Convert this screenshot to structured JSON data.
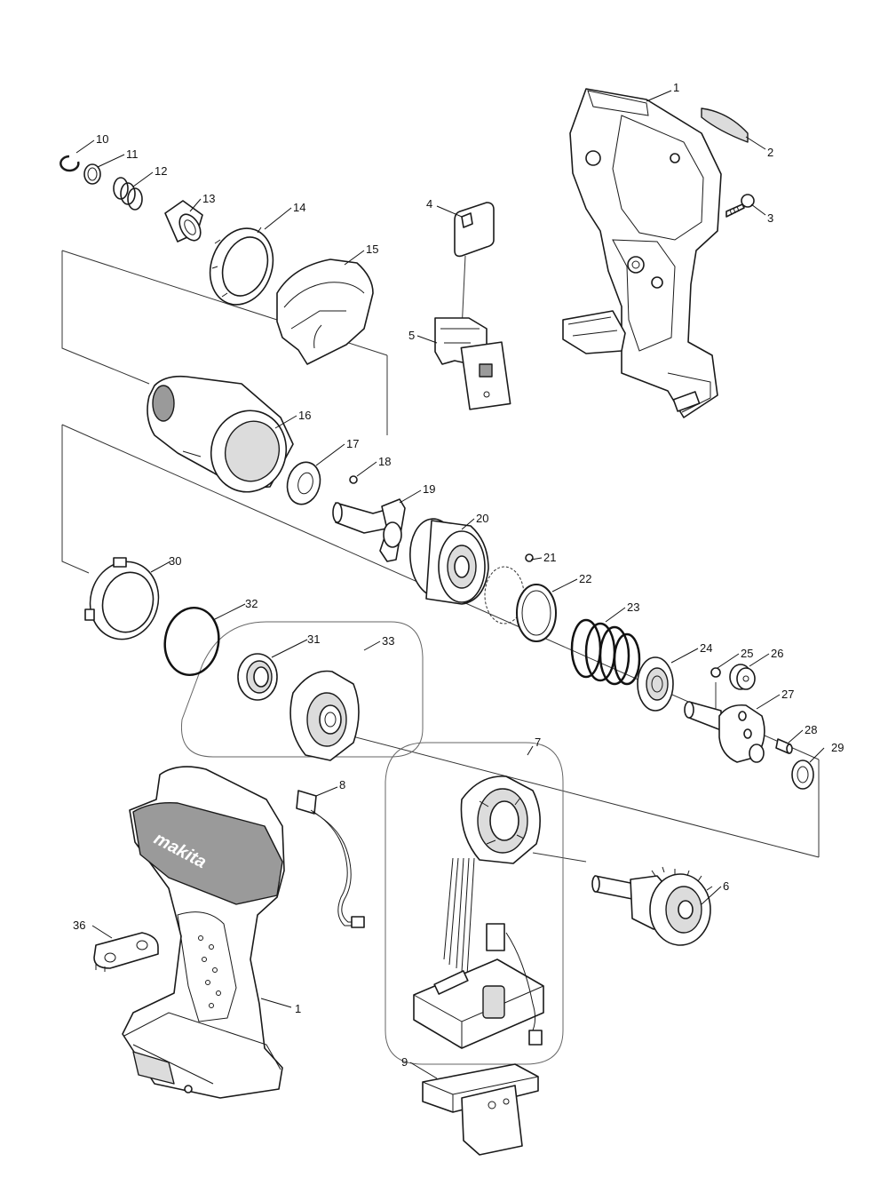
{
  "brand_logo": "makita",
  "callouts": [
    {
      "id": "c1-top",
      "label": "1"
    },
    {
      "id": "c2",
      "label": "2"
    },
    {
      "id": "c3",
      "label": "3"
    },
    {
      "id": "c4",
      "label": "4"
    },
    {
      "id": "c5",
      "label": "5"
    },
    {
      "id": "c6",
      "label": "6"
    },
    {
      "id": "c7",
      "label": "7"
    },
    {
      "id": "c8",
      "label": "8"
    },
    {
      "id": "c9",
      "label": "9"
    },
    {
      "id": "c10",
      "label": "10"
    },
    {
      "id": "c11",
      "label": "11"
    },
    {
      "id": "c12",
      "label": "12"
    },
    {
      "id": "c13",
      "label": "13"
    },
    {
      "id": "c14",
      "label": "14"
    },
    {
      "id": "c15",
      "label": "15"
    },
    {
      "id": "c16",
      "label": "16"
    },
    {
      "id": "c17",
      "label": "17"
    },
    {
      "id": "c18",
      "label": "18"
    },
    {
      "id": "c19",
      "label": "19"
    },
    {
      "id": "c20",
      "label": "20"
    },
    {
      "id": "c21",
      "label": "21"
    },
    {
      "id": "c22",
      "label": "22"
    },
    {
      "id": "c23",
      "label": "23"
    },
    {
      "id": "c24",
      "label": "24"
    },
    {
      "id": "c25",
      "label": "25"
    },
    {
      "id": "c26",
      "label": "26"
    },
    {
      "id": "c27",
      "label": "27"
    },
    {
      "id": "c28",
      "label": "28"
    },
    {
      "id": "c29",
      "label": "29"
    },
    {
      "id": "c30",
      "label": "30"
    },
    {
      "id": "c31",
      "label": "31"
    },
    {
      "id": "c32",
      "label": "32"
    },
    {
      "id": "c33",
      "label": "33"
    },
    {
      "id": "c36",
      "label": "36"
    },
    {
      "id": "c1-bottom",
      "label": "1"
    }
  ]
}
